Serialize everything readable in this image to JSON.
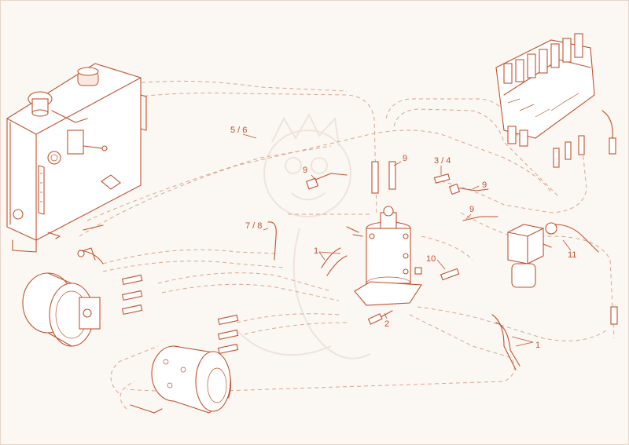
{
  "callouts": [
    {
      "id": "label-1-left",
      "text": "1"
    },
    {
      "id": "label-1-right",
      "text": "1"
    },
    {
      "id": "label-2",
      "text": "2"
    },
    {
      "id": "label-3-4",
      "text": "3 / 4"
    },
    {
      "id": "label-5-6",
      "text": "5 / 6"
    },
    {
      "id": "label-7-8",
      "text": "7 / 8"
    },
    {
      "id": "label-9-a",
      "text": "9"
    },
    {
      "id": "label-9-b",
      "text": "9"
    },
    {
      "id": "label-9-c",
      "text": "9"
    },
    {
      "id": "label-9-d",
      "text": "9"
    },
    {
      "id": "label-10",
      "text": "10"
    },
    {
      "id": "label-11",
      "text": "11"
    }
  ],
  "colors": {
    "line": "#c2522e",
    "dashed": "#d9a690",
    "background": "#fbf7f3"
  }
}
